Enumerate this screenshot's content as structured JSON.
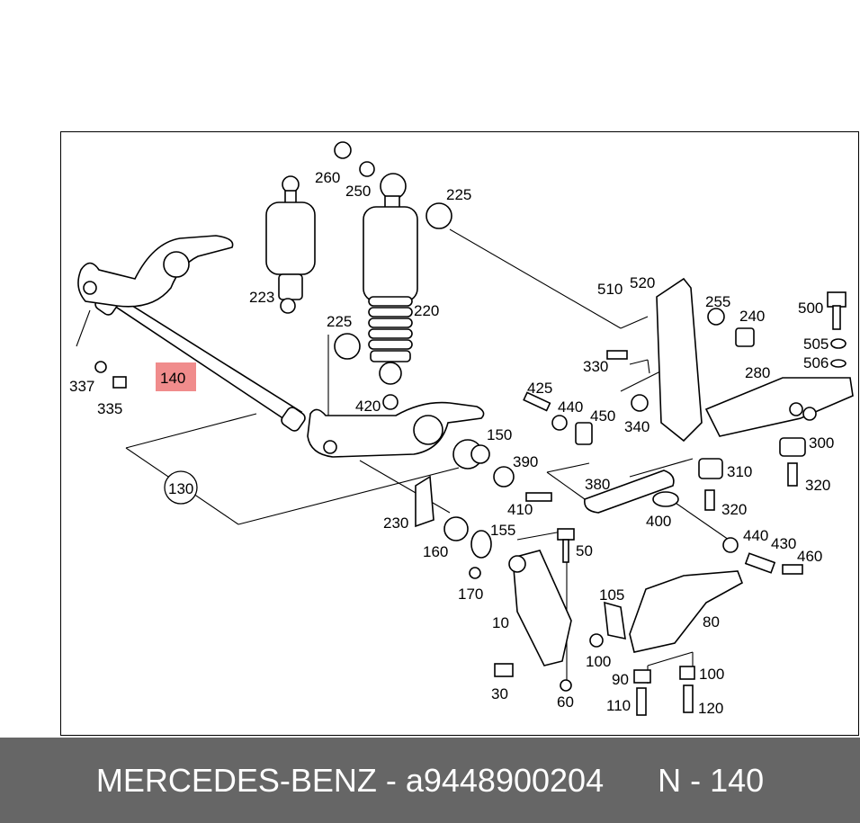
{
  "footer": {
    "text": "MERCEDES-BENZ - a9448900204      N - 140"
  },
  "diagram": {
    "highlighted_label": "140",
    "callouts": {
      "c260": "260",
      "c250": "250",
      "c225a": "225",
      "c223": "223",
      "c220": "220",
      "c225b": "225",
      "c420a": "420",
      "c337": "337",
      "c335": "335",
      "c140": "140",
      "c130": "130",
      "c150": "150",
      "c230": "230",
      "c160": "160",
      "c155": "155",
      "c170": "170",
      "c390": "390",
      "c410": "410",
      "c425": "425",
      "c440a": "440",
      "c450": "450",
      "c380": "380",
      "c400": "400",
      "c510": "510",
      "c520": "520",
      "c330": "330",
      "c340": "340",
      "c255": "255",
      "c240": "240",
      "c280": "280",
      "c500": "500",
      "c505": "505",
      "c506": "506",
      "c300": "300",
      "c310": "310",
      "c320a": "320",
      "c320b": "320",
      "c440b": "440",
      "c430": "430",
      "c460": "460",
      "c50": "50",
      "c10": "10",
      "c30": "30",
      "c60": "60",
      "c105": "105",
      "c100a": "100",
      "c80": "80",
      "c90": "90",
      "c100b": "100",
      "c110": "110",
      "c120": "120"
    }
  }
}
